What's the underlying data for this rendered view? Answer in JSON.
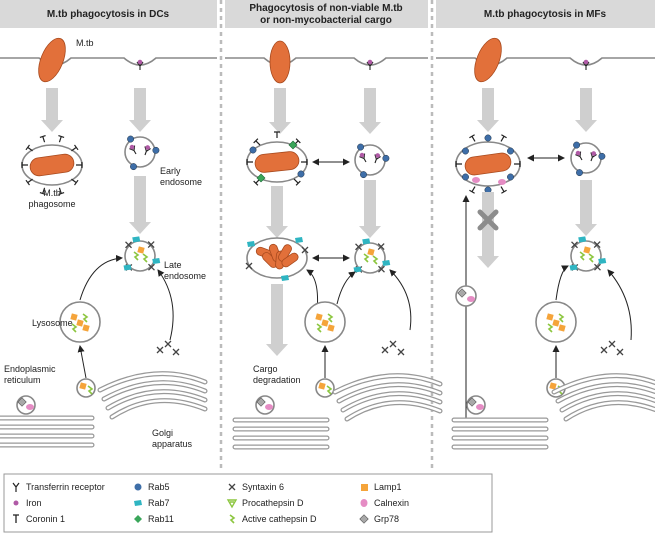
{
  "panels": [
    {
      "title": "M.tb phagocytosis in DCs"
    },
    {
      "title_line1": "Phagocytosis of non-viable M.tb",
      "title_line2": "or non-mycobacterial cargo"
    },
    {
      "title": "M.tb phagocytosis in MFs"
    }
  ],
  "labels": {
    "mtb": "M.tb",
    "mtb_phagosome_1": "M.tb",
    "mtb_phagosome_2": "phagosome",
    "early_1": "Early",
    "early_2": "endosome",
    "late_1": "Late",
    "late_2": "endosome",
    "lysosome": "Lysosome",
    "er_1": "Endoplasmic",
    "er_2": "reticulum",
    "golgi_1": "Golgi",
    "golgi_2": "apparatus",
    "cargo_1": "Cargo",
    "cargo_2": "degradation"
  },
  "legend": [
    {
      "label": "Transferrin receptor",
      "icon": "transferrin-receptor-icon"
    },
    {
      "label": "Iron",
      "icon": "iron-icon",
      "color": "#b05aa6"
    },
    {
      "label": "Coronin 1",
      "icon": "coronin-icon"
    },
    {
      "label": "Rab5",
      "icon": "rab5-icon",
      "color": "#3e6ea8"
    },
    {
      "label": "Rab7",
      "icon": "rab7-icon",
      "color": "#2fb5c2"
    },
    {
      "label": "Rab11",
      "icon": "rab11-icon",
      "color": "#3aa65a"
    },
    {
      "label": "Syntaxin 6",
      "icon": "syntaxin-icon"
    },
    {
      "label": "Procathepsin D",
      "icon": "procathepsin-icon",
      "color": "#8cc63f"
    },
    {
      "label": "Active cathepsin D",
      "icon": "active-cathepsin-icon",
      "color": "#8cc63f"
    },
    {
      "label": "Lamp1",
      "icon": "lamp1-icon",
      "color": "#f5a43a"
    },
    {
      "label": "Calnexin",
      "icon": "calnexin-icon",
      "color": "#e58cc4"
    },
    {
      "label": "Grp78",
      "icon": "grp78-icon",
      "color": "#a8a8a8"
    }
  ],
  "colors": {
    "mtb": "#e2703a",
    "header_bg": "#d9d9d9",
    "membrane": "#888888",
    "rab5": "#3e6ea8",
    "rab7": "#2fb5c2",
    "rab11": "#3aa65a",
    "iron": "#b05aa6",
    "lamp1": "#f5a43a",
    "calnexin": "#e58cc4",
    "cathepsin": "#8cc63f",
    "block": "#8c8c8c"
  }
}
